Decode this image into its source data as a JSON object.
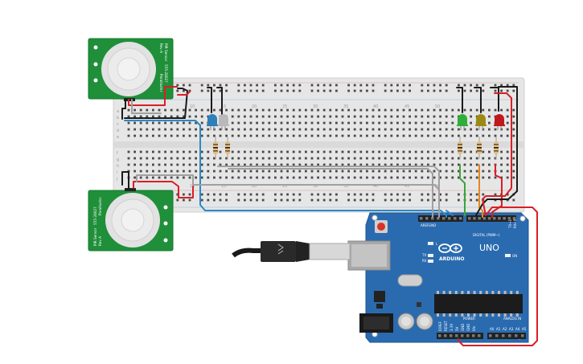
{
  "pir_sensor_1": {
    "vendor": "ParallaxInc",
    "title": "PIR Sensor",
    "revision": "Rev A",
    "part_number": "555-28027"
  },
  "pir_sensor_2": {
    "vendor": "ParallaxInc",
    "title": "PIR Sensor",
    "revision": "Rev A",
    "part_number": "555-28027"
  },
  "breadboard": {
    "column_labels": [
      "1",
      "5",
      "10",
      "15",
      "20",
      "25",
      "30",
      "35",
      "40",
      "45",
      "50",
      "55",
      "60"
    ],
    "row_labels": [
      "a",
      "b",
      "c",
      "d",
      "e",
      "f",
      "g",
      "h",
      "i",
      "j"
    ]
  },
  "leds": [
    {
      "color_name": "blue",
      "color": "#2f7fb8"
    },
    {
      "color_name": "white",
      "color": "#b9b9b9"
    },
    {
      "color_name": "green",
      "color": "#2fae3a"
    },
    {
      "color_name": "yellow",
      "color": "#9a8a14"
    },
    {
      "color_name": "red",
      "color": "#c0191c"
    }
  ],
  "arduino": {
    "model": "UNO",
    "brand": "ARDUINO",
    "digital_label": "DIGITAL (PWM~)",
    "analog_label": "ANALOG IN",
    "power_label": "POWER",
    "aref": "AREF",
    "gnd": "GND",
    "tx": "TX",
    "rx": "RX",
    "on": "ON",
    "l": "L",
    "tx_pin": "TX→1",
    "rx_pin": "RX←0",
    "ioref": "IOREF",
    "reset": "RESET",
    "v33": "3.3V",
    "v5": "5V",
    "vin": "Vin",
    "analog_pins": [
      "A0",
      "A1",
      "A2",
      "A3",
      "A4",
      "A5"
    ],
    "digital_pins": [
      "13",
      "12",
      "~11",
      "~10",
      "~9",
      "8",
      "7",
      "~6",
      "~5",
      "4",
      "~3",
      "2"
    ]
  },
  "colors": {
    "breadboard": "#e8e8e8",
    "pir_board": "#1f8f3a",
    "arduino_board": "#2a6bb0",
    "wire_red": "#d81f26",
    "wire_black": "#1a1a1a",
    "wire_blue": "#2a8ac8",
    "wire_green": "#3aa53a",
    "wire_orange": "#e7871e",
    "wire_gray": "#a0a0a0"
  }
}
